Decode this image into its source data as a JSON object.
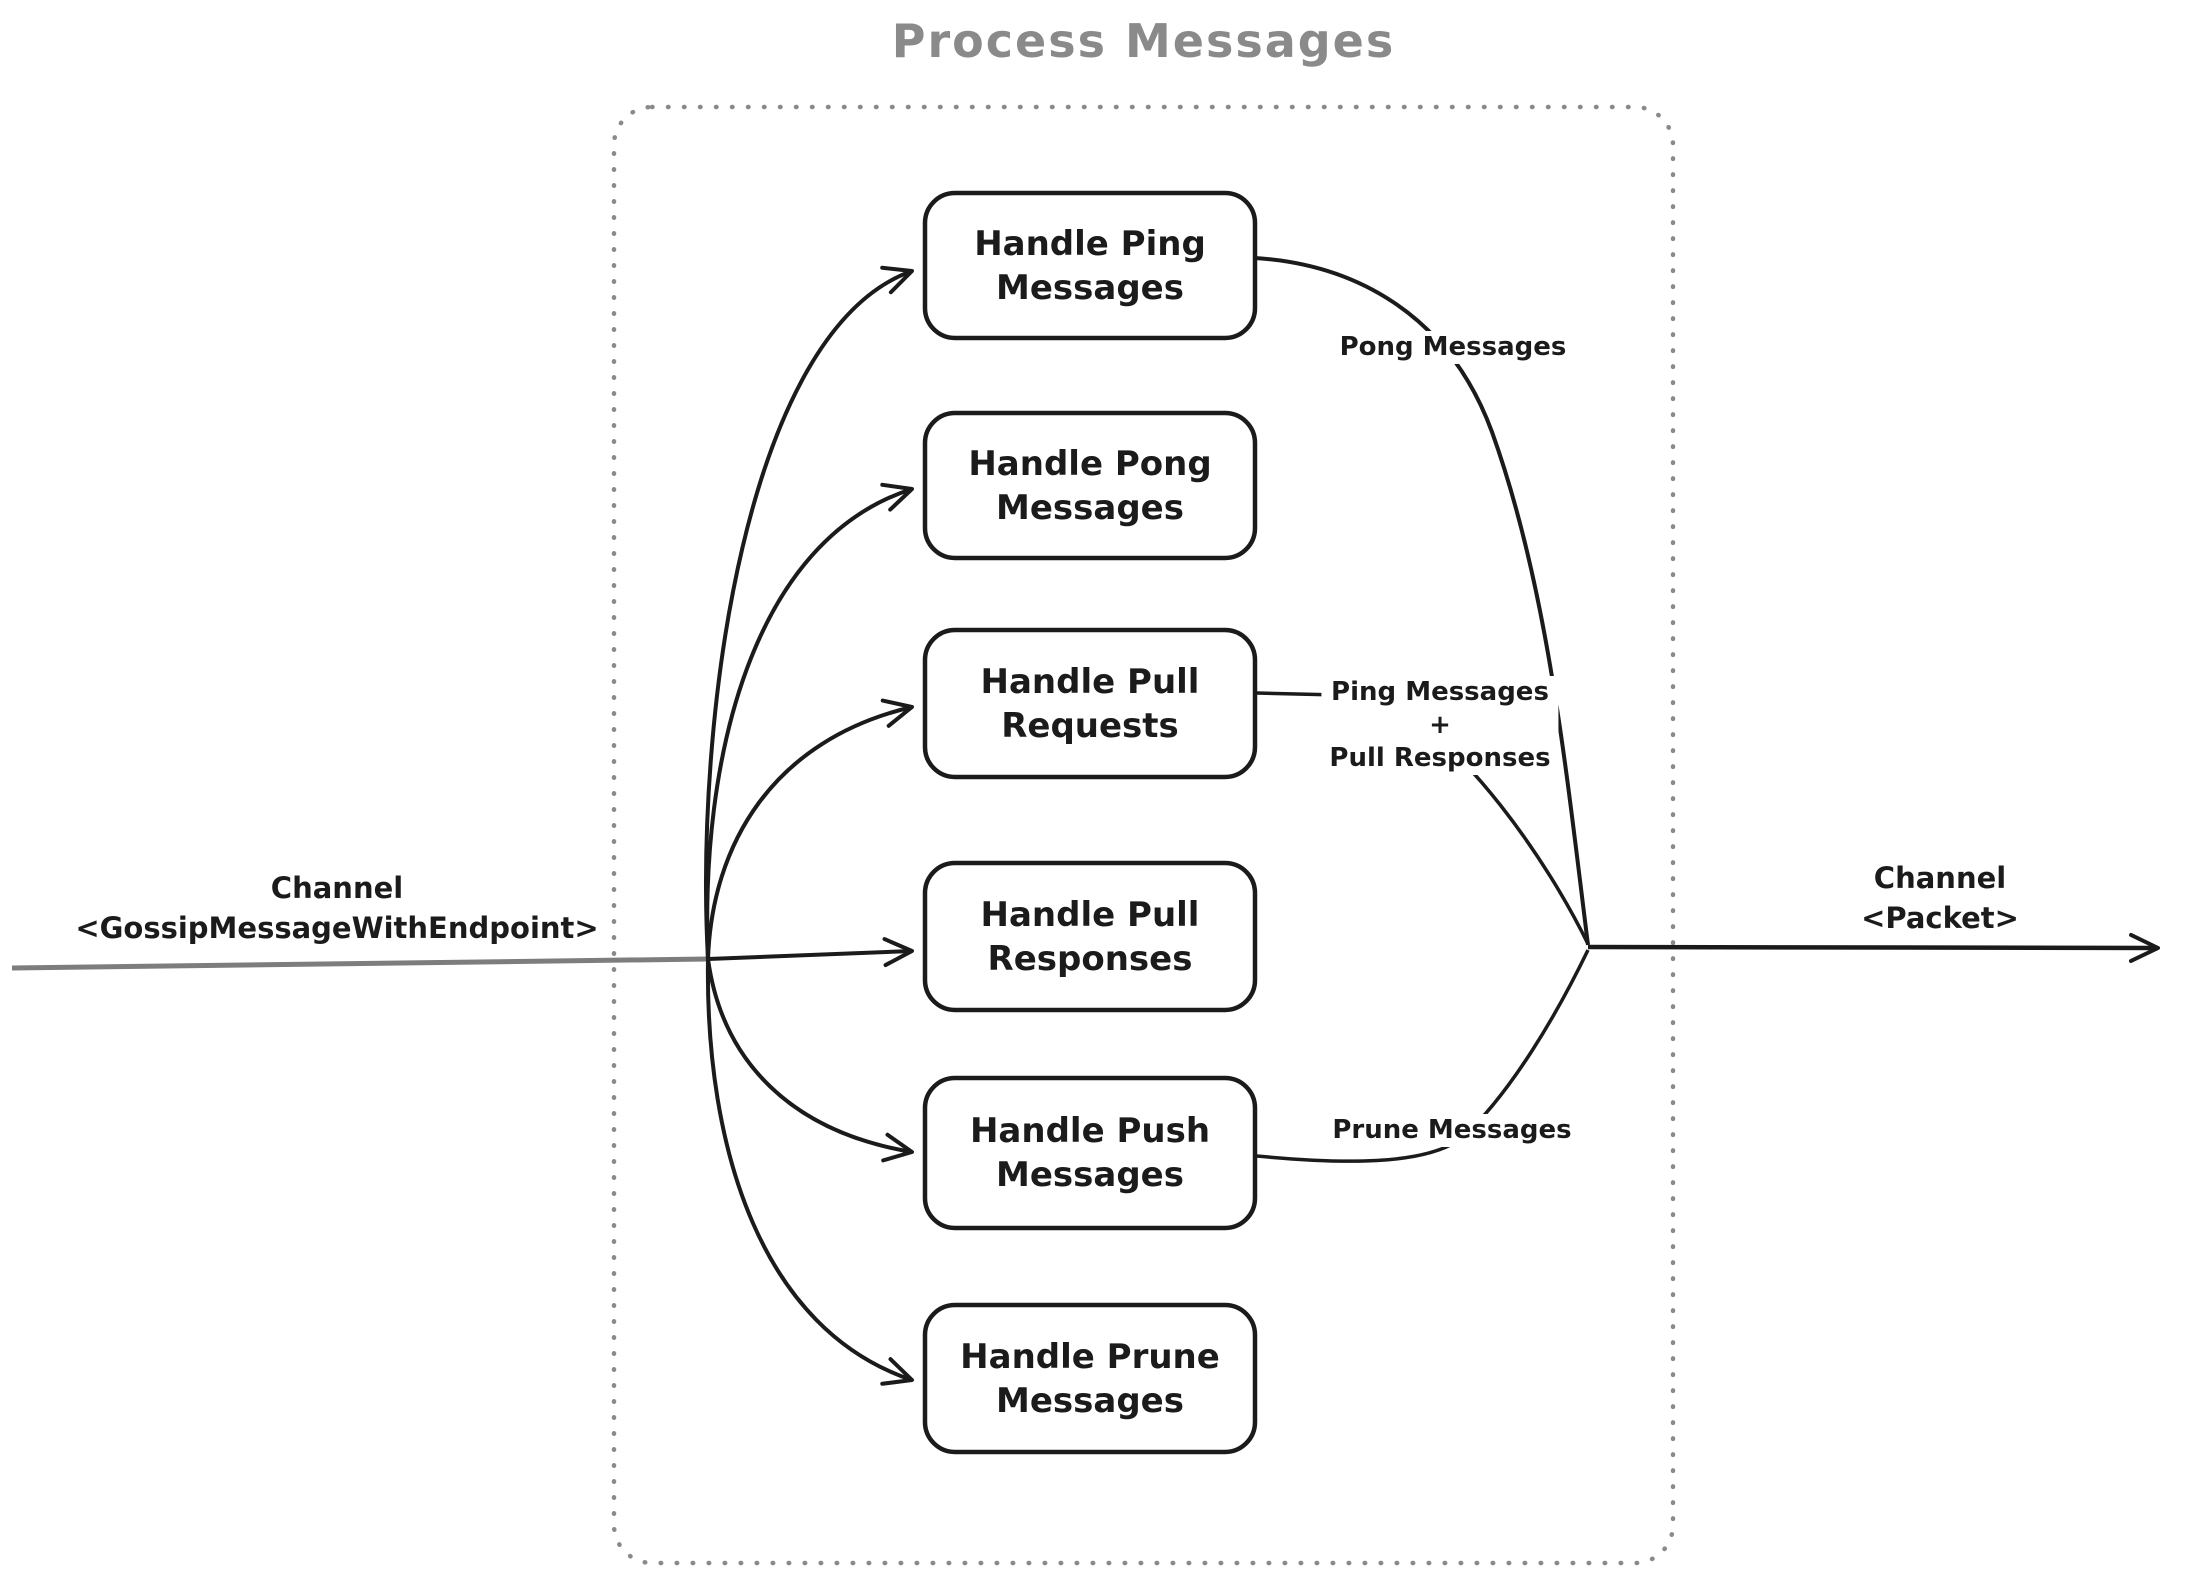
{
  "title": "Process Messages",
  "colors": {
    "title_gray": "#8a8a8a",
    "container_border": "#8a8a8a",
    "stroke_black": "#1b1b1b",
    "input_line_gray": "#7d7d7d",
    "node_fill": "#ffffff"
  },
  "container": {
    "shape": "dotted-rounded-rect"
  },
  "nodes": [
    {
      "id": "handle-ping-messages",
      "label": "Handle Ping\nMessages"
    },
    {
      "id": "handle-pong-messages",
      "label": "Handle Pong\nMessages"
    },
    {
      "id": "handle-pull-requests",
      "label": "Handle Pull\nRequests"
    },
    {
      "id": "handle-pull-responses",
      "label": "Handle Pull\nResponses"
    },
    {
      "id": "handle-push-messages",
      "label": "Handle Push\nMessages"
    },
    {
      "id": "handle-prune-messages",
      "label": "Handle Prune\nMessages"
    }
  ],
  "edge_labels": {
    "pong": "Pong Messages",
    "ping_pull": "Ping Messages\n+\nPull Responses",
    "prune": "Prune Messages"
  },
  "channels": {
    "input": "Channel\n<GossipMessageWithEndpoint>",
    "output": "Channel\n<Packet>"
  }
}
